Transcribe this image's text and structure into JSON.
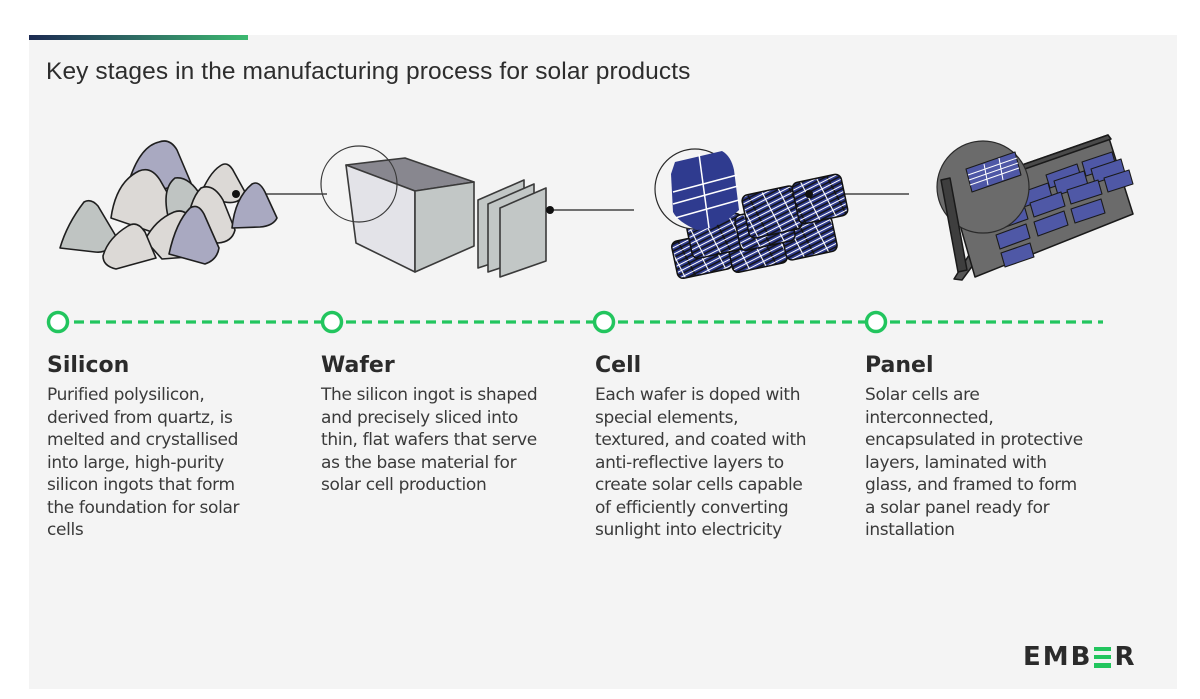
{
  "title": "Key stages in the manufacturing process for solar products",
  "colors": {
    "accent_green": "#22c55e",
    "card_background": "#f4f4f4",
    "text": "#2b2b2b",
    "cell_blue": "#2e3a8c",
    "panel_frame": "#6b6b6b"
  },
  "stages": [
    {
      "name": "Silicon",
      "description": "Purified polysilicon, derived from quartz, is melted and crystallised into large, high-purity silicon ingots that form the foundation for solar cells",
      "illustration": "silicon-rocks"
    },
    {
      "name": "Wafer",
      "description": "The silicon ingot is shaped and precisely sliced into thin, flat wafers that serve as the base material for solar cell production",
      "illustration": "ingot-and-wafers"
    },
    {
      "name": "Cell",
      "description": "Each wafer is doped with special elements, textured, and coated with anti-reflective layers to create solar cells capable of efficiently converting sunlight into electricity",
      "illustration": "solar-cells"
    },
    {
      "name": "Panel",
      "description": "Solar cells are interconnected, encapsulated in protective layers, laminated with glass, and framed to form a solar panel ready for installation",
      "illustration": "solar-panel"
    }
  ],
  "logo": {
    "text_before": "EMB",
    "text_after": "R",
    "full": "EMBER"
  }
}
